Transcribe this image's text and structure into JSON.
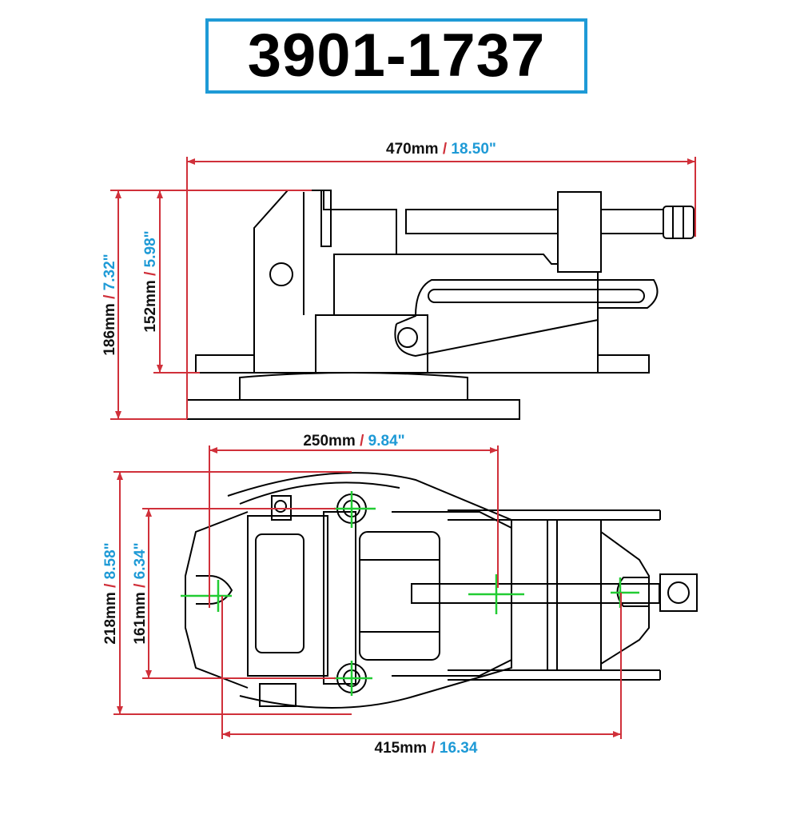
{
  "title": "3901-1737",
  "colors": {
    "title_border": "#1e9ad6",
    "dimension_line": "#d0303a",
    "metric_text": "#111111",
    "slash": "#d0303a",
    "imperial_text": "#1e9ad6",
    "center_mark": "#22cc33",
    "drawing_line": "#000000"
  },
  "side_view": {
    "overall_length": {
      "metric": "470mm",
      "imperial": "18.50\""
    },
    "overall_height": {
      "metric": "186mm",
      "imperial": "7.32\""
    },
    "base_height": {
      "metric": "152mm",
      "imperial": "5.98\""
    }
  },
  "top_view": {
    "jaw_width": {
      "metric": "250mm",
      "imperial": "9.84\""
    },
    "overall_width": {
      "metric": "218mm",
      "imperial": "8.58\""
    },
    "slot_spacing": {
      "metric": "161mm",
      "imperial": "6.34\""
    },
    "slot_length": {
      "metric": "415mm",
      "imperial": "16.34"
    }
  },
  "separator": " / "
}
